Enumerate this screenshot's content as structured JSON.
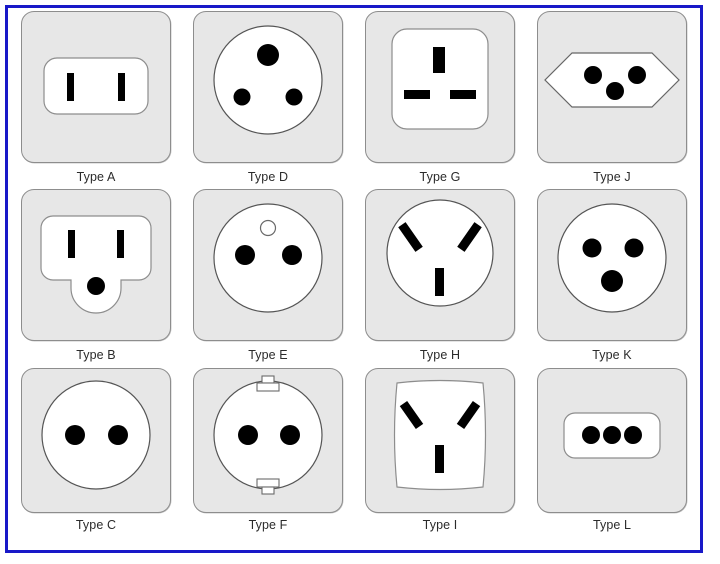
{
  "page": {
    "background_color": "#ffffff",
    "frame_color": "#1818c8",
    "tile_fill": "#e7e7e7",
    "tile_border": "#8d8d8d",
    "inset_fill": "#ffffff",
    "pin_color": "#000000",
    "label_color": "#2b2b2b"
  },
  "grid": {
    "columns": 4,
    "rows": 3
  },
  "sockets": [
    {
      "id": "type-a",
      "label": "Type A",
      "shape": "rounded-rect-inset",
      "pins": "two vertical slots"
    },
    {
      "id": "type-d",
      "label": "Type D",
      "shape": "circle-inset",
      "pins": "one large top round, two small bottom round"
    },
    {
      "id": "type-g",
      "label": "Type G",
      "shape": "rounded-square-inset",
      "pins": "one vertical top slot, two horizontal bottom slots"
    },
    {
      "id": "type-j",
      "label": "Type J",
      "shape": "hexagon-inset",
      "pins": "two upper round, one lower center round"
    },
    {
      "id": "type-b",
      "label": "Type B",
      "shape": "rounded-rect-with-chin-inset",
      "pins": "two vertical slots, one round ground"
    },
    {
      "id": "type-e",
      "label": "Type E",
      "shape": "circle-inset",
      "pins": "two round, one hollow earth pin above"
    },
    {
      "id": "type-h",
      "label": "Type H",
      "shape": "circle-inset",
      "pins": "two angled slots, one vertical slot"
    },
    {
      "id": "type-k",
      "label": "Type K",
      "shape": "circle-inset",
      "pins": "two upper round, one larger lower round"
    },
    {
      "id": "type-c",
      "label": "Type C",
      "shape": "circle-inset",
      "pins": "two round"
    },
    {
      "id": "type-f",
      "label": "Type F",
      "shape": "circle-inset",
      "pins": "two round, earth clips top and bottom"
    },
    {
      "id": "type-i",
      "label": "Type I",
      "shape": "rounded-square-inset",
      "pins": "two angled slots, one vertical slot"
    },
    {
      "id": "type-l",
      "label": "Type L",
      "shape": "rounded-rect-inset",
      "pins": "three round in a row"
    }
  ]
}
